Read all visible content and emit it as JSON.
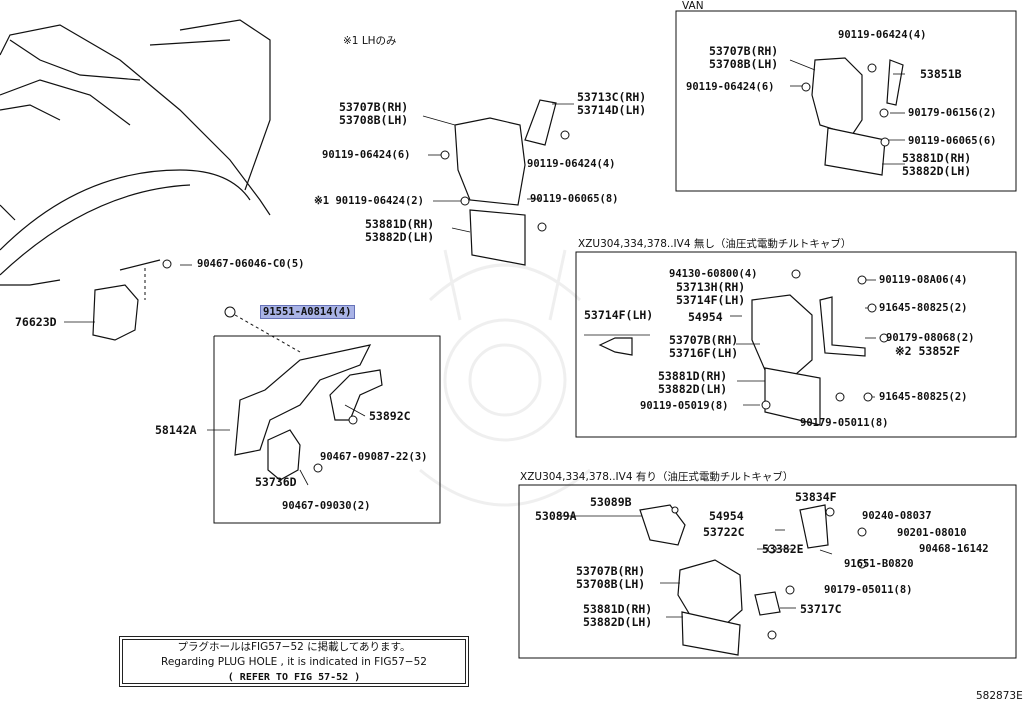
{
  "title_note": "※1 LHのみ",
  "footer_code": "582873E",
  "sections": {
    "van": "VAN",
    "no_tilt": "XZU304,334,378..IV4 無し（油圧式電動チルトキャブ）",
    "with_tilt": "XZU304,334,378..IV4 有り（油圧式電動チルトキャブ）"
  },
  "notice": {
    "line1": "プラグホールはFIG57−52 に掲載してあります。",
    "line2": "Regarding  PLUG HOLE , it is indicated in FIG57−52",
    "line3": "( REFER TO FIG 57-52 )"
  },
  "parts": {
    "p76623d": "76623D",
    "p90467_06046": "90467-06046-C0(5)",
    "p91551_a0814": "91551-A0814(4)",
    "p58142a": "58142A",
    "p53892c": "53892C",
    "p90467_09087": "90467-09087-22(3)",
    "p53736d": "53736D",
    "p90467_09030": "90467-09030(2)",
    "m_53707b_rh": "53707B(RH)",
    "m_53708b_lh": "53708B(LH)",
    "m_90119_06424_6": "90119-06424(6)",
    "m_90119_06424_2": "※1 90119-06424(2)",
    "m_53881d_rh": "53881D(RH)",
    "m_53882d_lh": "53882D(LH)",
    "m_53713c_rh": "53713C(RH)",
    "m_53714d_lh": "53714D(LH)",
    "m_90119_06424_4": "90119-06424(4)",
    "m_90119_06065_8": "90119-06065(8)",
    "v_53707b_rh": "53707B(RH)",
    "v_53708b_lh": "53708B(LH)",
    "v_90119_06424_6": "90119-06424(6)",
    "v_90119_06424_4": "90119-06424(4)",
    "v_53851b": "53851B",
    "v_90179_06156": "90179-06156(2)",
    "v_90119_06065": "90119-06065(6)",
    "v_53881d_rh": "53881D(RH)",
    "v_53882d_lh": "53882D(LH)",
    "n_94130_60800": "94130-60800(4)",
    "n_53713h_rh": "53713H(RH)",
    "n_53714f_lh": "53714F(LH)",
    "n_53714f_lh2": "53714F(LH)",
    "n_54954": "54954",
    "n_53707b_rh": "53707B(RH)",
    "n_53716f_lh": "53716F(LH)",
    "n_53881d_rh": "53881D(RH)",
    "n_53882d_lh": "53882D(LH)",
    "n_90119_05019": "90119-05019(8)",
    "n_90179_05011": "90179-05011(8)",
    "n_90119_08a06": "90119-08A06(4)",
    "n_91645_80825_a": "91645-80825(2)",
    "n_90179_08068": "90179-08068(2)",
    "n_53852f": "※2 53852F",
    "n_91645_80825_b": "91645-80825(2)",
    "w_53089b": "53089B",
    "w_53089a": "53089A",
    "w_54954": "54954",
    "w_53834f": "53834F",
    "w_90240_08037": "90240-08037",
    "w_53722c": "53722C",
    "w_90201_08010": "90201-08010",
    "w_53382e": "53382E",
    "w_90468_16142": "90468-16142",
    "w_91651_b0820": "91651-B0820",
    "w_53707b_rh": "53707B(RH)",
    "w_53708b_lh": "53708B(LH)",
    "w_90179_05011": "90179-05011(8)",
    "w_53717c": "53717C",
    "w_53881d_rh": "53881D(RH)",
    "w_53882d_lh": "53882D(LH)"
  }
}
